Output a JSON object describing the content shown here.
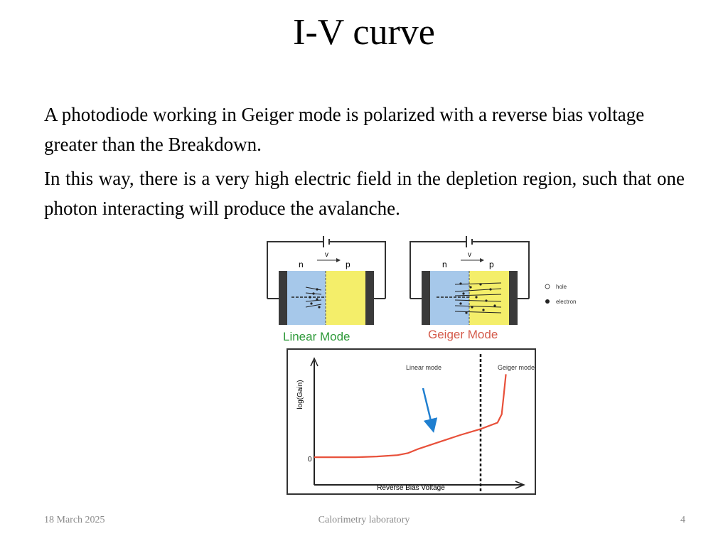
{
  "slide": {
    "title": "I-V curve",
    "paragraphs": [
      "A photodiode working in Geiger mode is polarized with a reverse bias voltage greater than the Breakdown.",
      "In this way, there is a very high electric field in the depletion region, such that one photon interacting will produce the avalanche."
    ]
  },
  "figure": {
    "linear_panel": {
      "label": "Linear Mode",
      "n_label": "n",
      "p_label": "p",
      "v_label": "v"
    },
    "geiger_panel": {
      "label": "Geiger Mode",
      "n_label": "n",
      "p_label": "p",
      "v_label": "v"
    },
    "legend": {
      "hole": "hole",
      "electron": "electron"
    },
    "colors": {
      "n_region": "#a6c8ea",
      "p_region": "#f4ee6a",
      "contact": "#3a3a3a",
      "curve": "#e8503a",
      "arrow": "#1f7fd0",
      "label_green": "#2f9a3a",
      "label_red": "#d45a4a"
    }
  },
  "chart_data": {
    "type": "line",
    "ylabel": "log(Gain)",
    "xlabel": "Reverse Bias Voltage",
    "y_tick_labels": [
      "0"
    ],
    "annotations": [
      "Linear mode",
      "Geiger mode"
    ],
    "series": [
      {
        "x": [
          0,
          0.1,
          0.2,
          0.3,
          0.4,
          0.45,
          0.5,
          0.6,
          0.7,
          0.8,
          0.88,
          0.9,
          0.91,
          0.92
        ],
        "y": [
          0,
          0,
          0,
          0.01,
          0.03,
          0.06,
          0.12,
          0.22,
          0.32,
          0.41,
          0.5,
          0.62,
          0.9,
          1.2
        ]
      }
    ],
    "xlim": [
      0,
      1
    ],
    "ylim": [
      -0.4,
      1.4
    ]
  },
  "footer": {
    "date": "18 March 2025",
    "center": "Calorimetry laboratory",
    "page": "4"
  }
}
